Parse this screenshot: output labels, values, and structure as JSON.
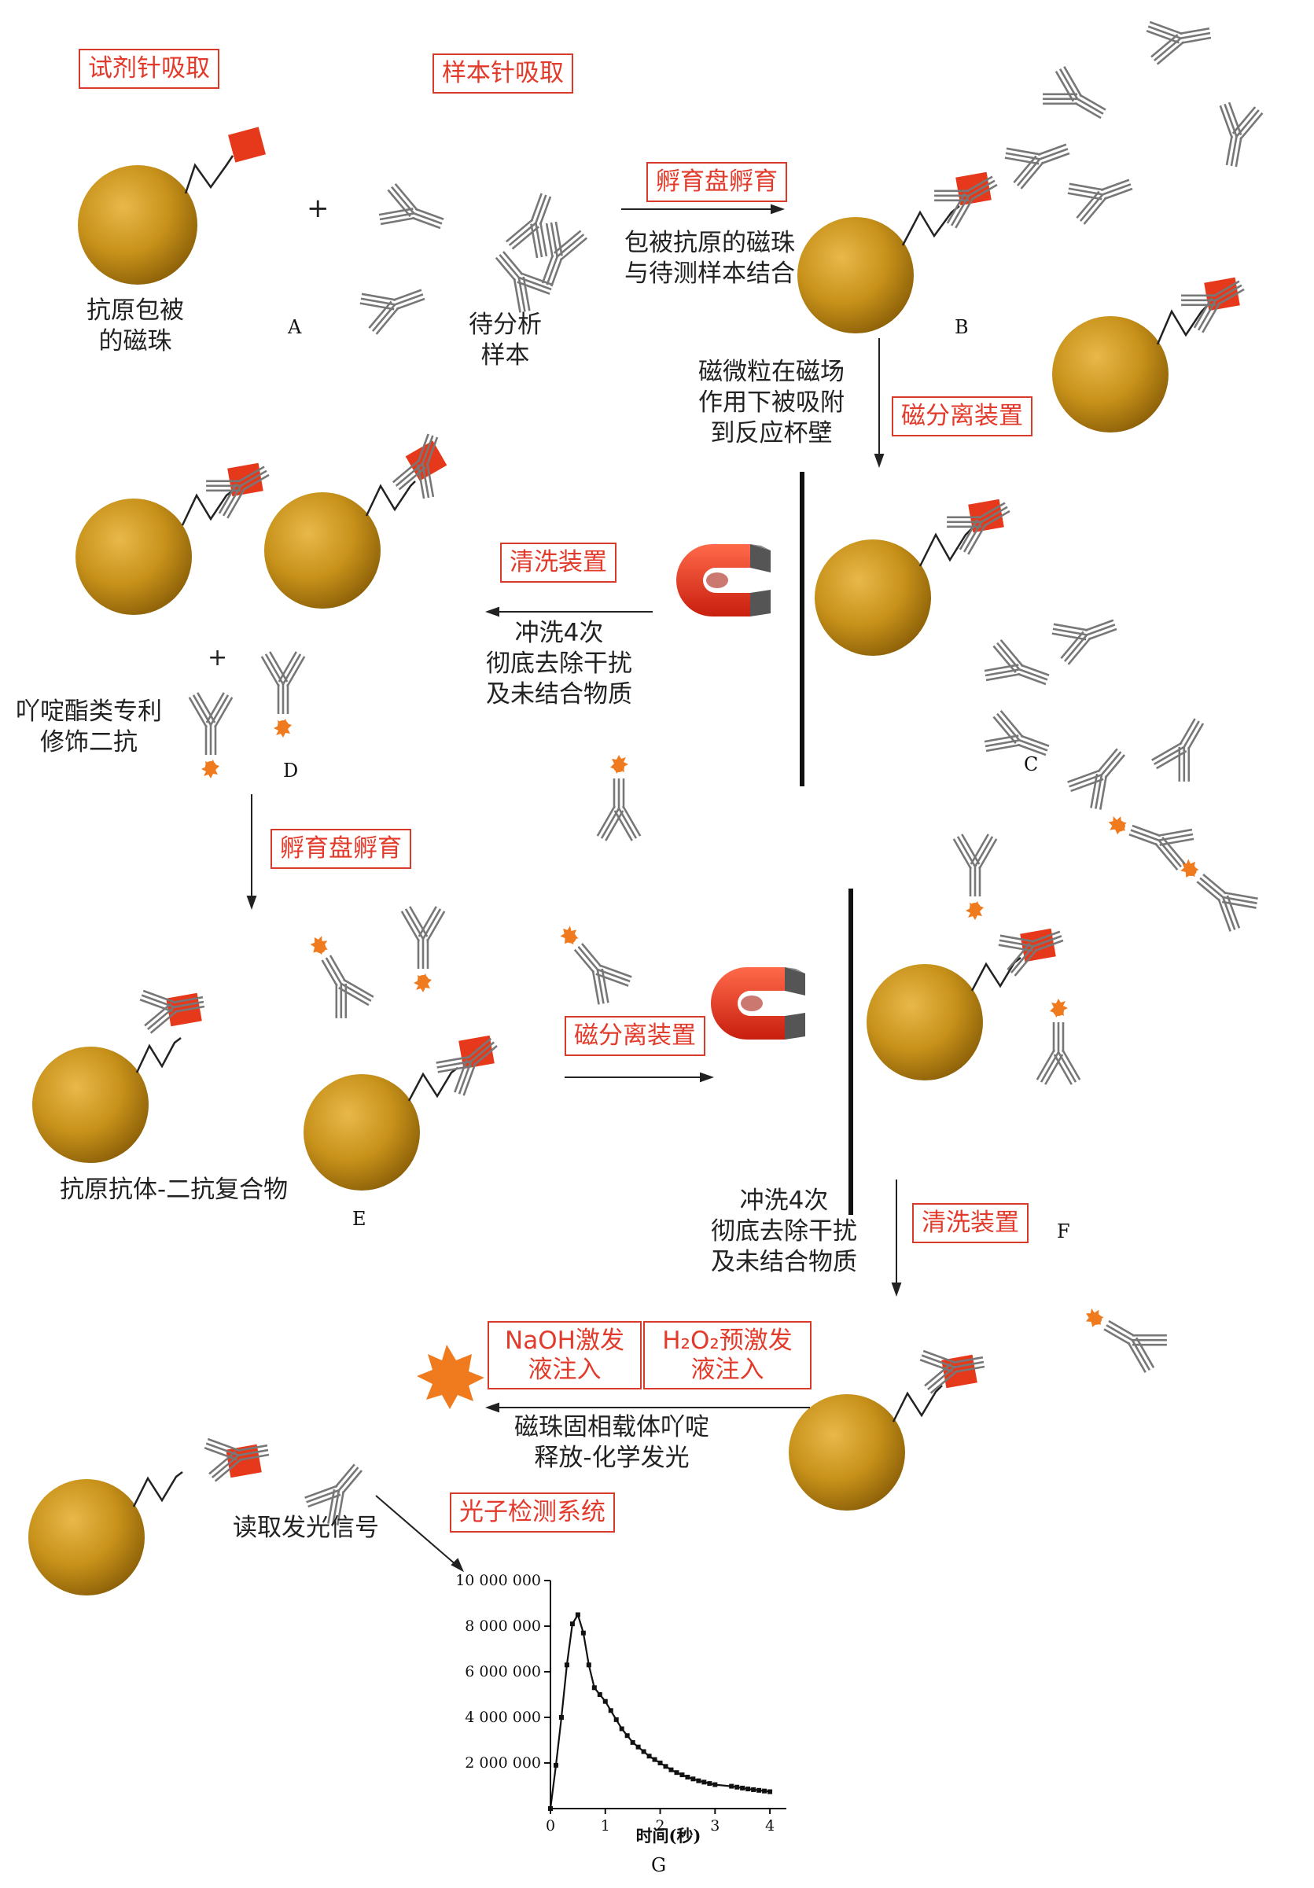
{
  "boxes": {
    "reagent": "试剂针吸取",
    "sample": "样本针吸取",
    "incubate1": "孵育盘孵育",
    "magsep1": "磁分离装置",
    "wash1": "清洗装置",
    "incubate2": "孵育盘孵育",
    "magsep2": "磁分离装置",
    "wash2": "清洗装置",
    "naoh": "NaOH激发\n液注入",
    "h2o2": "H₂O₂预激发\n液注入",
    "photon": "光子检测系统"
  },
  "texts": {
    "bead_label": "抗原包被\n的磁珠",
    "sample_label": "待分析\n样本",
    "plus1": "+",
    "plus2": "+",
    "step_ab": "包被抗原的磁珠\n与待测样本结合",
    "step_bc": "磁微粒在磁场\n作用下被吸附\n到反应杯壁",
    "step_cd": "冲洗4次\n彻底去除干扰\n及未结合物质",
    "acridinium": "吖啶酯类专利\n修饰二抗",
    "complex": "抗原抗体-二抗复合物",
    "step_f": "冲洗4次\n彻底去除干扰\n及未结合物质",
    "step_g": "磁珠固相载体吖啶\n释放-化学发光",
    "read": "读取发光信号"
  },
  "panel_letters": {
    "A": "A",
    "B": "B",
    "C": "C",
    "D": "D",
    "E": "E",
    "F": "F",
    "G": "G"
  },
  "colors": {
    "bead": "#c8921a",
    "antigen": "#e6391b",
    "label_dot": "#f07a1e",
    "box_border": "#d83b2a",
    "magnet": "#e23a22"
  },
  "chart_data": {
    "type": "line",
    "xlabel": "时间(秒)",
    "ylabel": "",
    "xlim": [
      0,
      4.3
    ],
    "ylim": [
      0,
      10000000
    ],
    "x_ticks": [
      0,
      1,
      2,
      3,
      4
    ],
    "y_ticks": [
      2000000,
      4000000,
      6000000,
      8000000,
      10000000
    ],
    "y_tick_labels": [
      "2 000 000",
      "4 000 000",
      "6 000 000",
      "8 000 000",
      "10 000 000"
    ],
    "x": [
      0,
      0.1,
      0.2,
      0.3,
      0.4,
      0.5,
      0.6,
      0.7,
      0.8,
      0.9,
      1.0,
      1.1,
      1.2,
      1.3,
      1.4,
      1.5,
      1.6,
      1.7,
      1.8,
      1.9,
      2.0,
      2.1,
      2.2,
      2.3,
      2.4,
      2.5,
      2.6,
      2.7,
      2.8,
      2.9,
      3.0,
      3.3,
      3.4,
      3.5,
      3.6,
      3.7,
      3.8,
      3.9,
      4.0
    ],
    "y": [
      0,
      1900000,
      4000000,
      6300000,
      8100000,
      8500000,
      7700000,
      6300000,
      5300000,
      5000000,
      4700000,
      4300000,
      3900000,
      3500000,
      3200000,
      2900000,
      2700000,
      2500000,
      2300000,
      2150000,
      2000000,
      1850000,
      1700000,
      1580000,
      1480000,
      1380000,
      1300000,
      1220000,
      1160000,
      1100000,
      1050000,
      980000,
      940000,
      900000,
      860000,
      830000,
      800000,
      770000,
      740000
    ]
  }
}
